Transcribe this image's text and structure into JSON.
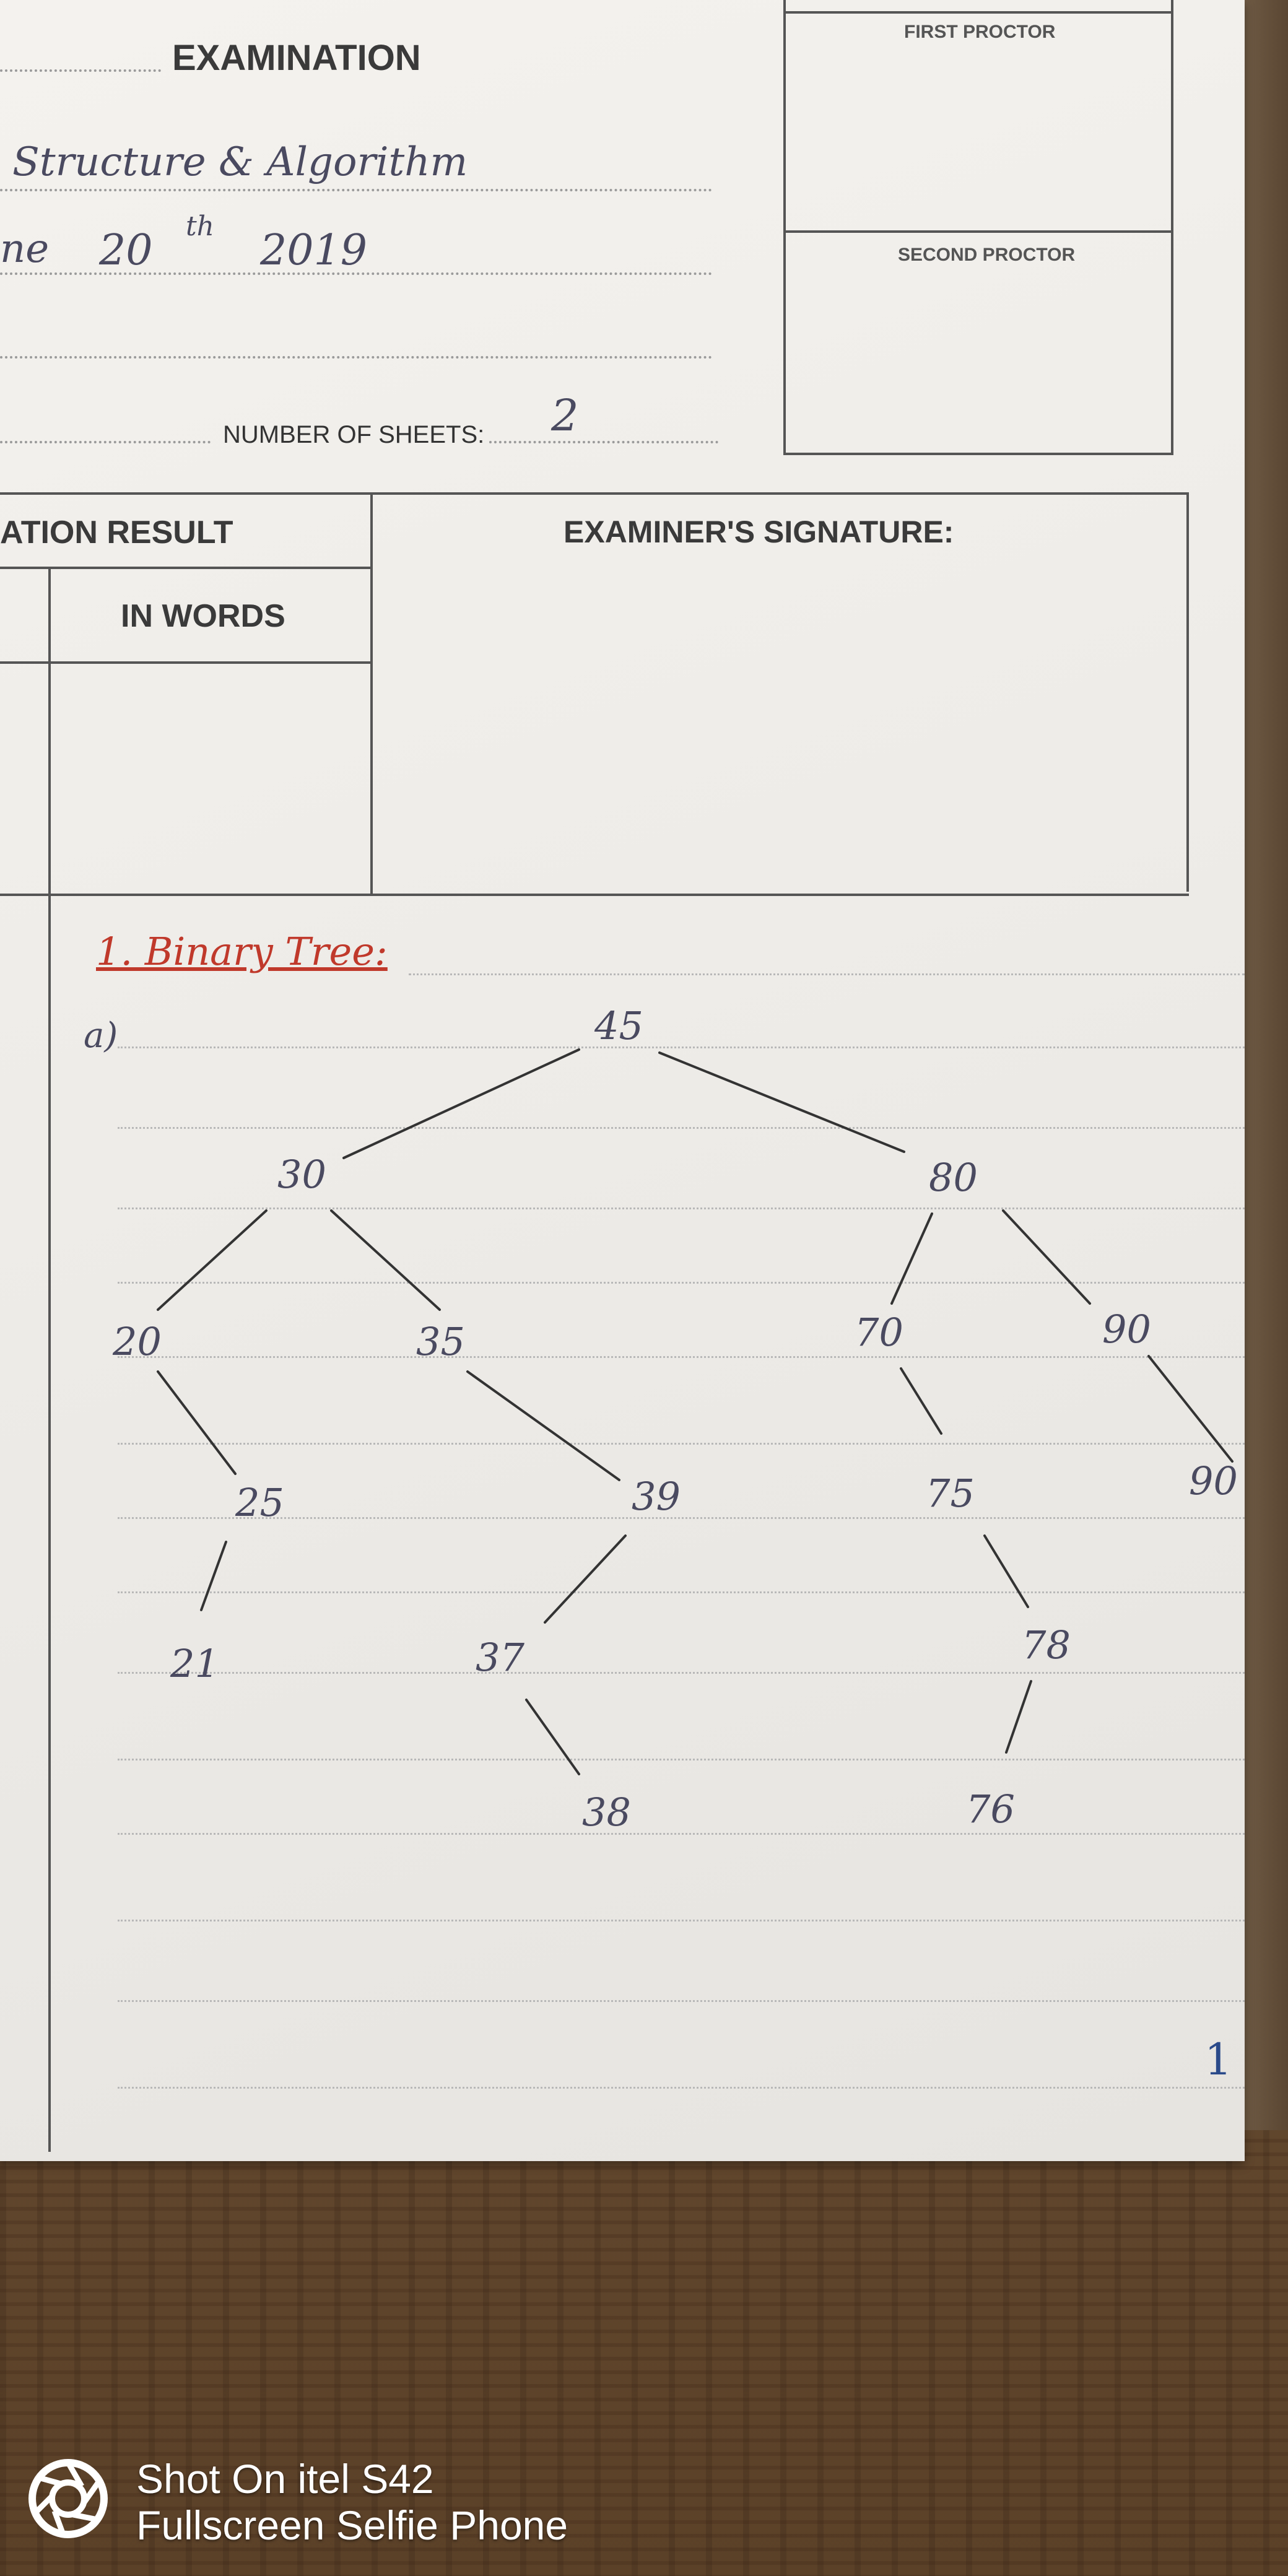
{
  "form": {
    "examination_label": "EXAMINATION",
    "first_proctor_label": "FIRST PROCTOR",
    "second_proctor_label": "SECOND PROCTOR",
    "number_of_sheets_label": "NUMBER OF SHEETS:",
    "result_label": "ATION RESULT",
    "in_words_label": "IN WORDS",
    "examiner_signature_label": "EXAMINER'S SIGNATURE:"
  },
  "handwriting": {
    "course": "Structure & Algorithm",
    "date_prefix": "ne",
    "date_day": "20",
    "date_suffix": "th",
    "date_year": "2019",
    "sheets": "2",
    "section_title": "1. Binary Tree:",
    "subpart": "a)",
    "page_number": "1"
  },
  "tree": {
    "nodes": [
      {
        "id": "n45",
        "label": "45"
      },
      {
        "id": "n30",
        "label": "30"
      },
      {
        "id": "n80",
        "label": "80"
      },
      {
        "id": "n20",
        "label": "20"
      },
      {
        "id": "n35",
        "label": "35"
      },
      {
        "id": "n70",
        "label": "70"
      },
      {
        "id": "n90a",
        "label": "90"
      },
      {
        "id": "n25",
        "label": "25"
      },
      {
        "id": "n39",
        "label": "39"
      },
      {
        "id": "n75",
        "label": "75"
      },
      {
        "id": "n90b",
        "label": "90"
      },
      {
        "id": "n21",
        "label": "21"
      },
      {
        "id": "n37",
        "label": "37"
      },
      {
        "id": "n78",
        "label": "78"
      },
      {
        "id": "n38",
        "label": "38"
      },
      {
        "id": "n76",
        "label": "76"
      }
    ]
  },
  "watermark": {
    "line1": "Shot On itel S42",
    "line2": "Fullscreen Selfie Phone"
  },
  "colors": {
    "ink": "#4a4a60",
    "red_ink": "#c0392b",
    "blue_ink": "#2a4a8a"
  }
}
